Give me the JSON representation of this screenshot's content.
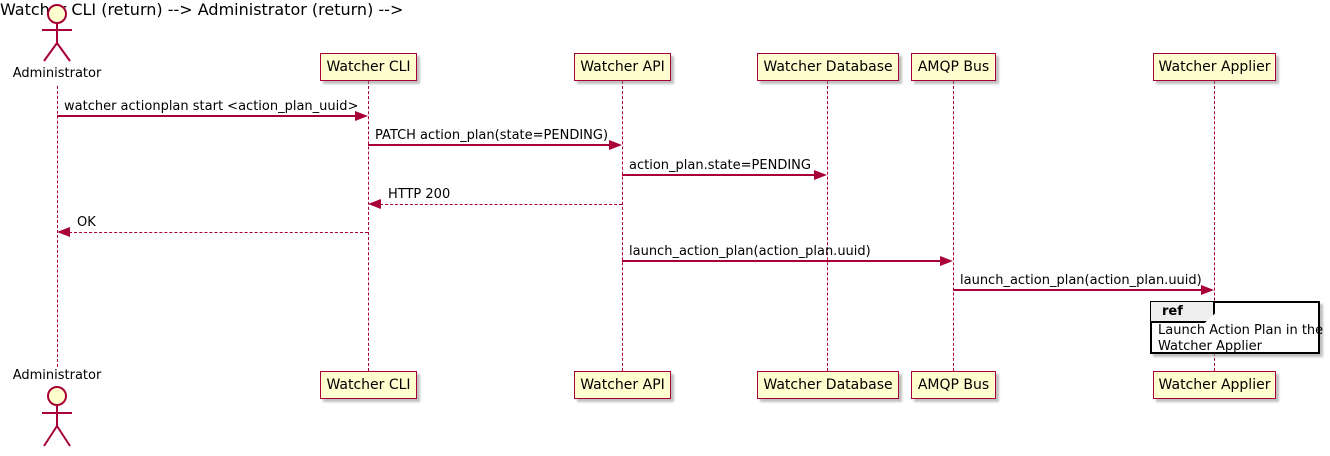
{
  "diagram": {
    "type": "plantuml-sequence",
    "colors": {
      "participant_fill": "#FEFECE",
      "participant_border": "#A80036",
      "arrow": "#A80036",
      "lifeline": "#A80036",
      "ref_header_fill": "#EEEEEE",
      "ref_border": "#000000",
      "text": "#000000"
    },
    "actor": {
      "name": "Administrator"
    },
    "participants": [
      {
        "name": "Watcher CLI"
      },
      {
        "name": "Watcher API"
      },
      {
        "name": "Watcher Database"
      },
      {
        "name": "AMQP Bus"
      },
      {
        "name": "Watcher Applier"
      }
    ],
    "messages": [
      {
        "from": "Administrator",
        "to": "Watcher CLI",
        "text": "watcher actionplan start <action_plan_uuid>",
        "line": "solid"
      },
      {
        "from": "Watcher CLI",
        "to": "Watcher API",
        "text": "PATCH action_plan(state=PENDING)",
        "line": "solid"
      },
      {
        "from": "Watcher API",
        "to": "Watcher Database",
        "text": "action_plan.state=PENDING",
        "line": "solid"
      },
      {
        "from": "Watcher API",
        "to": "Watcher CLI",
        "text": "HTTP 200",
        "line": "dashed"
      },
      {
        "from": "Watcher CLI",
        "to": "Administrator",
        "text": "OK",
        "line": "dashed"
      },
      {
        "from": "Watcher API",
        "to": "AMQP Bus",
        "text": "launch_action_plan(action_plan.uuid)",
        "line": "solid"
      },
      {
        "from": "AMQP Bus",
        "to": "Watcher Applier",
        "text": "launch_action_plan(action_plan.uuid)",
        "line": "solid"
      }
    ],
    "ref": {
      "keyword": "ref",
      "lines": [
        "Launch Action Plan in the",
        "Watcher Applier"
      ]
    }
  }
}
